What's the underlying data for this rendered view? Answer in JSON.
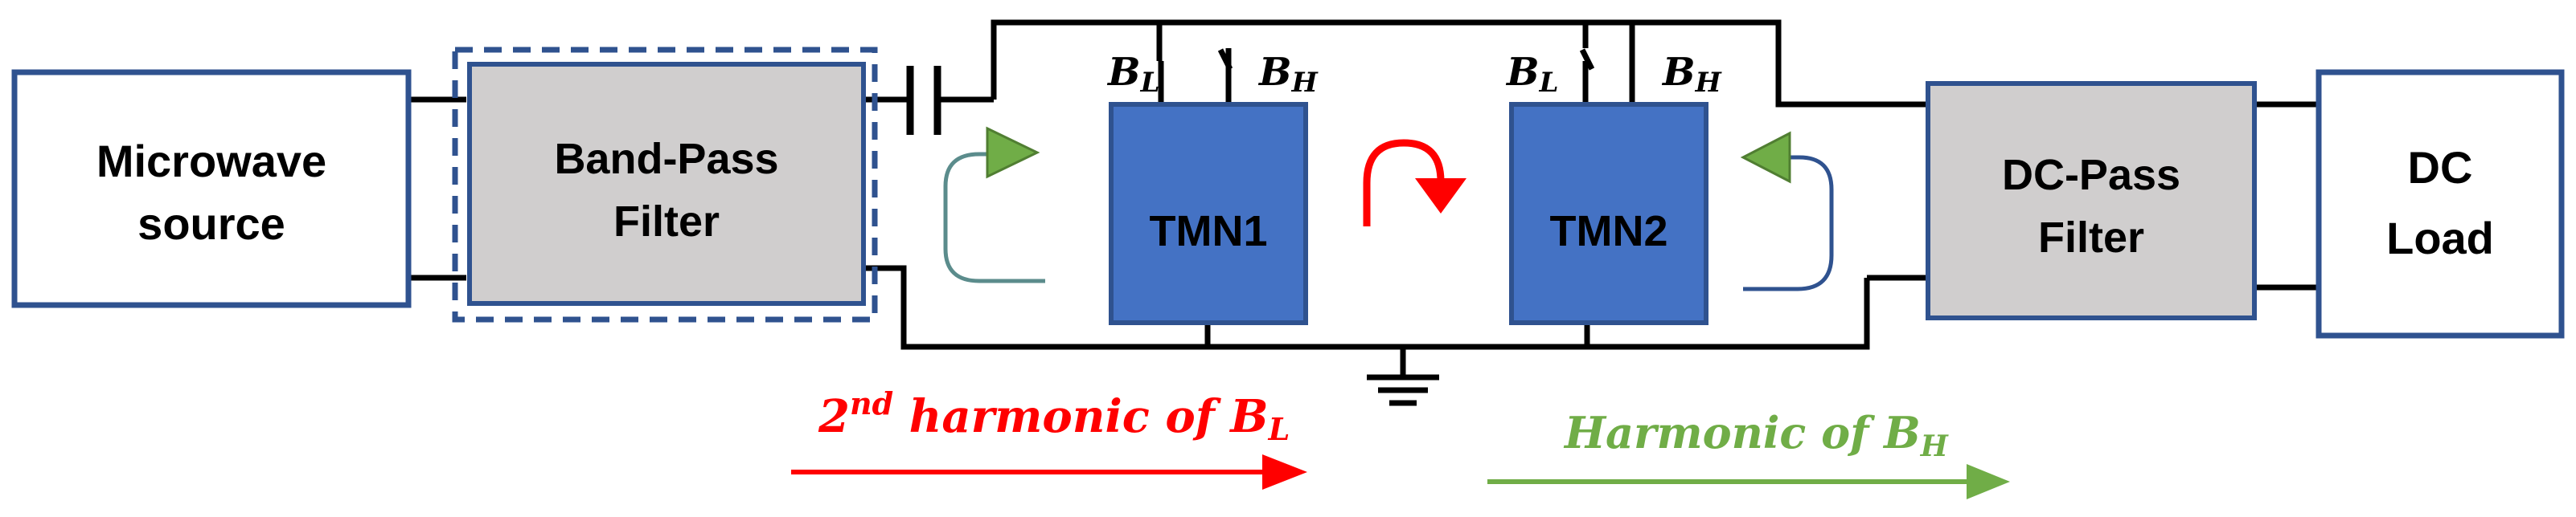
{
  "blocks": {
    "source": {
      "line1": "Microwave",
      "line2": "source"
    },
    "bpf": {
      "line1": "Band-Pass",
      "line2": "Filter"
    },
    "tmn1": {
      "label": "TMN1"
    },
    "tmn2": {
      "label": "TMN2"
    },
    "dcpf": {
      "line1": "DC-Pass",
      "line2": "Filter"
    },
    "load": {
      "line1": "DC",
      "line2": "Load"
    }
  },
  "switches": {
    "tmn1": {
      "low_base": "B",
      "low_sub": "L",
      "high_base": "B",
      "high_sub": "H"
    },
    "tmn2": {
      "low_base": "B",
      "low_sub": "L",
      "high_base": "B",
      "high_sub": "H"
    }
  },
  "legend": {
    "second_harmonic": {
      "num": "2",
      "sup": "nd",
      "text": " harmonic of ",
      "base": "B",
      "sub": "L"
    },
    "harmonic_h": {
      "text": "Harmonic of ",
      "base": "B",
      "sub": "H"
    }
  },
  "colors": {
    "block_border": "#2f528f",
    "tmn_fill": "#4472c4",
    "filter_fill": "#d0cece",
    "red": "#ff0000",
    "green": "#70ad47",
    "wire": "#000000"
  }
}
